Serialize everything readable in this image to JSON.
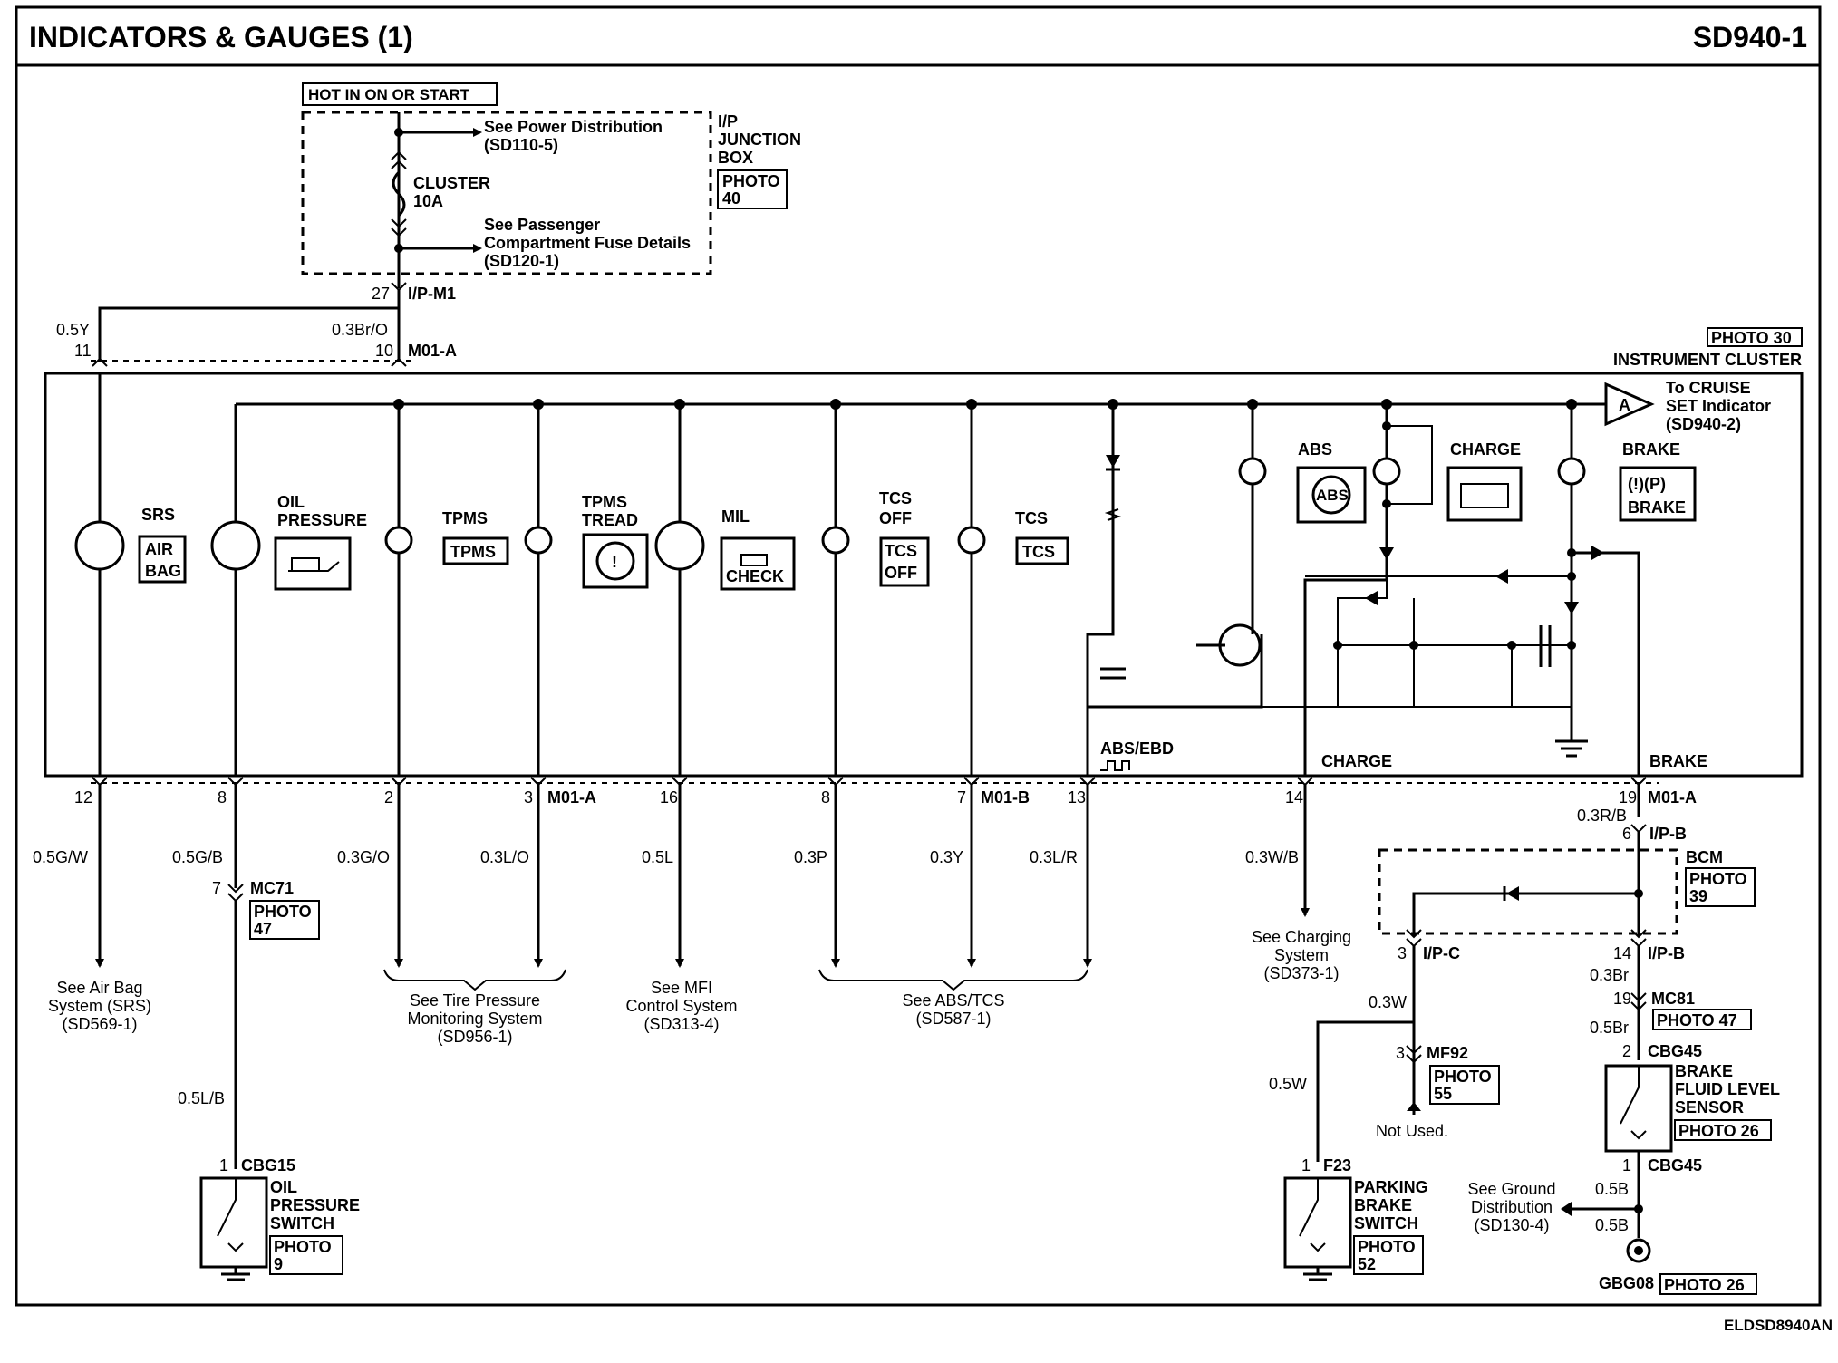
{
  "header": {
    "title": "INDICATORS & GAUGES (1)",
    "code": "SD940-1"
  },
  "footer_code": "ELDSD8940AN",
  "hot_label": "HOT IN ON OR START",
  "junction_box": {
    "name_lines": [
      "I/P",
      "JUNCTION",
      "BOX"
    ],
    "photo_lines": [
      "PHOTO",
      "40"
    ],
    "fuse_lines": [
      "CLUSTER",
      "10A"
    ],
    "ref_power": [
      "See Power Distribution",
      "(SD110-5)"
    ],
    "ref_fuse": [
      "See Passenger",
      "Compartment Fuse Details",
      "(SD120-1)"
    ]
  },
  "top_connectors": {
    "ipm1_pin": "27",
    "ipm1_name": "I/P-M1",
    "wire_left": "0.5Y",
    "wire_mid": "0.3Br/O",
    "pin_11": "11",
    "pin_10": "10",
    "m01a": "M01-A"
  },
  "cluster": {
    "photo": "PHOTO 30",
    "name": "INSTRUMENT CLUSTER",
    "cruise": [
      "To CRUISE",
      "SET Indicator",
      "(SD940-2)"
    ],
    "cruise_letter": "A"
  },
  "indicators": {
    "srs": "SRS",
    "srs_box": [
      "AIR",
      "BAG"
    ],
    "oil": [
      "OIL",
      "PRESSURE"
    ],
    "tpms": "TPMS",
    "tpms_box": "TPMS",
    "tread": [
      "TPMS",
      "TREAD"
    ],
    "mil": "MIL",
    "mil_box": "CHECK",
    "tcs_off": [
      "TCS",
      "OFF"
    ],
    "tcs_off_box": [
      "TCS",
      "OFF"
    ],
    "tcs": "TCS",
    "tcs_box": "TCS",
    "abs": "ABS",
    "abs_box": "ABS",
    "charge": "CHARGE",
    "brake": "BRAKE",
    "brake_box": "BRAKE",
    "brake_symbol": "(!)(P)"
  },
  "bottom_labels": {
    "absebd": "ABS/EBD",
    "charge": "CHARGE",
    "brake": "BRAKE"
  },
  "bottom_pins": {
    "p12": "12",
    "p8a": "8",
    "p2": "2",
    "p3": "3",
    "m01a_1": "M01-A",
    "p16": "16",
    "p8b": "8",
    "p7": "7",
    "m01b": "M01-B",
    "p13": "13",
    "p14": "14",
    "p19": "19",
    "m01a_2": "M01-A"
  },
  "wires": {
    "w1": "0.5G/W",
    "w2": "0.5G/B",
    "w3": "0.3G/O",
    "w4": "0.3L/O",
    "w5": "0.5L",
    "w6": "0.3P",
    "w7": "0.3Y",
    "w8": "0.3L/R",
    "w9": "0.3W/B",
    "w10": "0.3R/B",
    "w11": "0.5L/B",
    "w12": "0.3Br",
    "w13": "0.5Br",
    "w14": "0.3W",
    "w15": "0.5W",
    "w16": "0.5B",
    "w17": "0.5B"
  },
  "refs": {
    "airbag": [
      "See Air Bag",
      "System (SRS)",
      "(SD569-1)"
    ],
    "tpms": [
      "See Tire Pressure",
      "Monitoring System",
      "(SD956-1)"
    ],
    "mfi": [
      "See MFI",
      "Control System",
      "(SD313-4)"
    ],
    "abstcs": [
      "See ABS/TCS",
      "(SD587-1)"
    ],
    "charging": [
      "See Charging",
      "System",
      "(SD373-1)"
    ],
    "ground": [
      "See Ground",
      "Distribution",
      "(SD130-4)"
    ]
  },
  "lower": {
    "mc71_pin": "7",
    "mc71": "MC71",
    "mc71_photo": [
      "PHOTO",
      "47"
    ],
    "cbg15_pin": "1",
    "cbg15": "CBG15",
    "oil_switch": [
      "OIL",
      "PRESSURE",
      "SWITCH"
    ],
    "oil_photo": [
      "PHOTO",
      "9"
    ],
    "ipb_top_pin": "6",
    "ipb_top": "I/P-B",
    "bcm": "BCM",
    "bcm_photo": [
      "PHOTO",
      "39"
    ],
    "ipc_pin": "3",
    "ipc": "I/P-C",
    "ipb_pin": "14",
    "ipb": "I/P-B",
    "mc81_pin": "19",
    "mc81": "MC81",
    "mc81_photo": "PHOTO 47",
    "cbg45_pin_a": "2",
    "cbg45_a": "CBG45",
    "brake_sensor": [
      "BRAKE",
      "FLUID LEVEL",
      "SENSOR"
    ],
    "brake_sensor_photo": "PHOTO 26",
    "cbg45_pin_b": "1",
    "cbg45_b": "CBG45",
    "mf92_pin": "3",
    "mf92": "MF92",
    "mf92_photo": [
      "PHOTO",
      "55"
    ],
    "not_used": "Not Used.",
    "f23_pin": "1",
    "f23": "F23",
    "parking": [
      "PARKING",
      "BRAKE",
      "SWITCH"
    ],
    "parking_photo": [
      "PHOTO",
      "52"
    ],
    "gbg": "GBG08",
    "gbg_photo": "PHOTO 26"
  }
}
